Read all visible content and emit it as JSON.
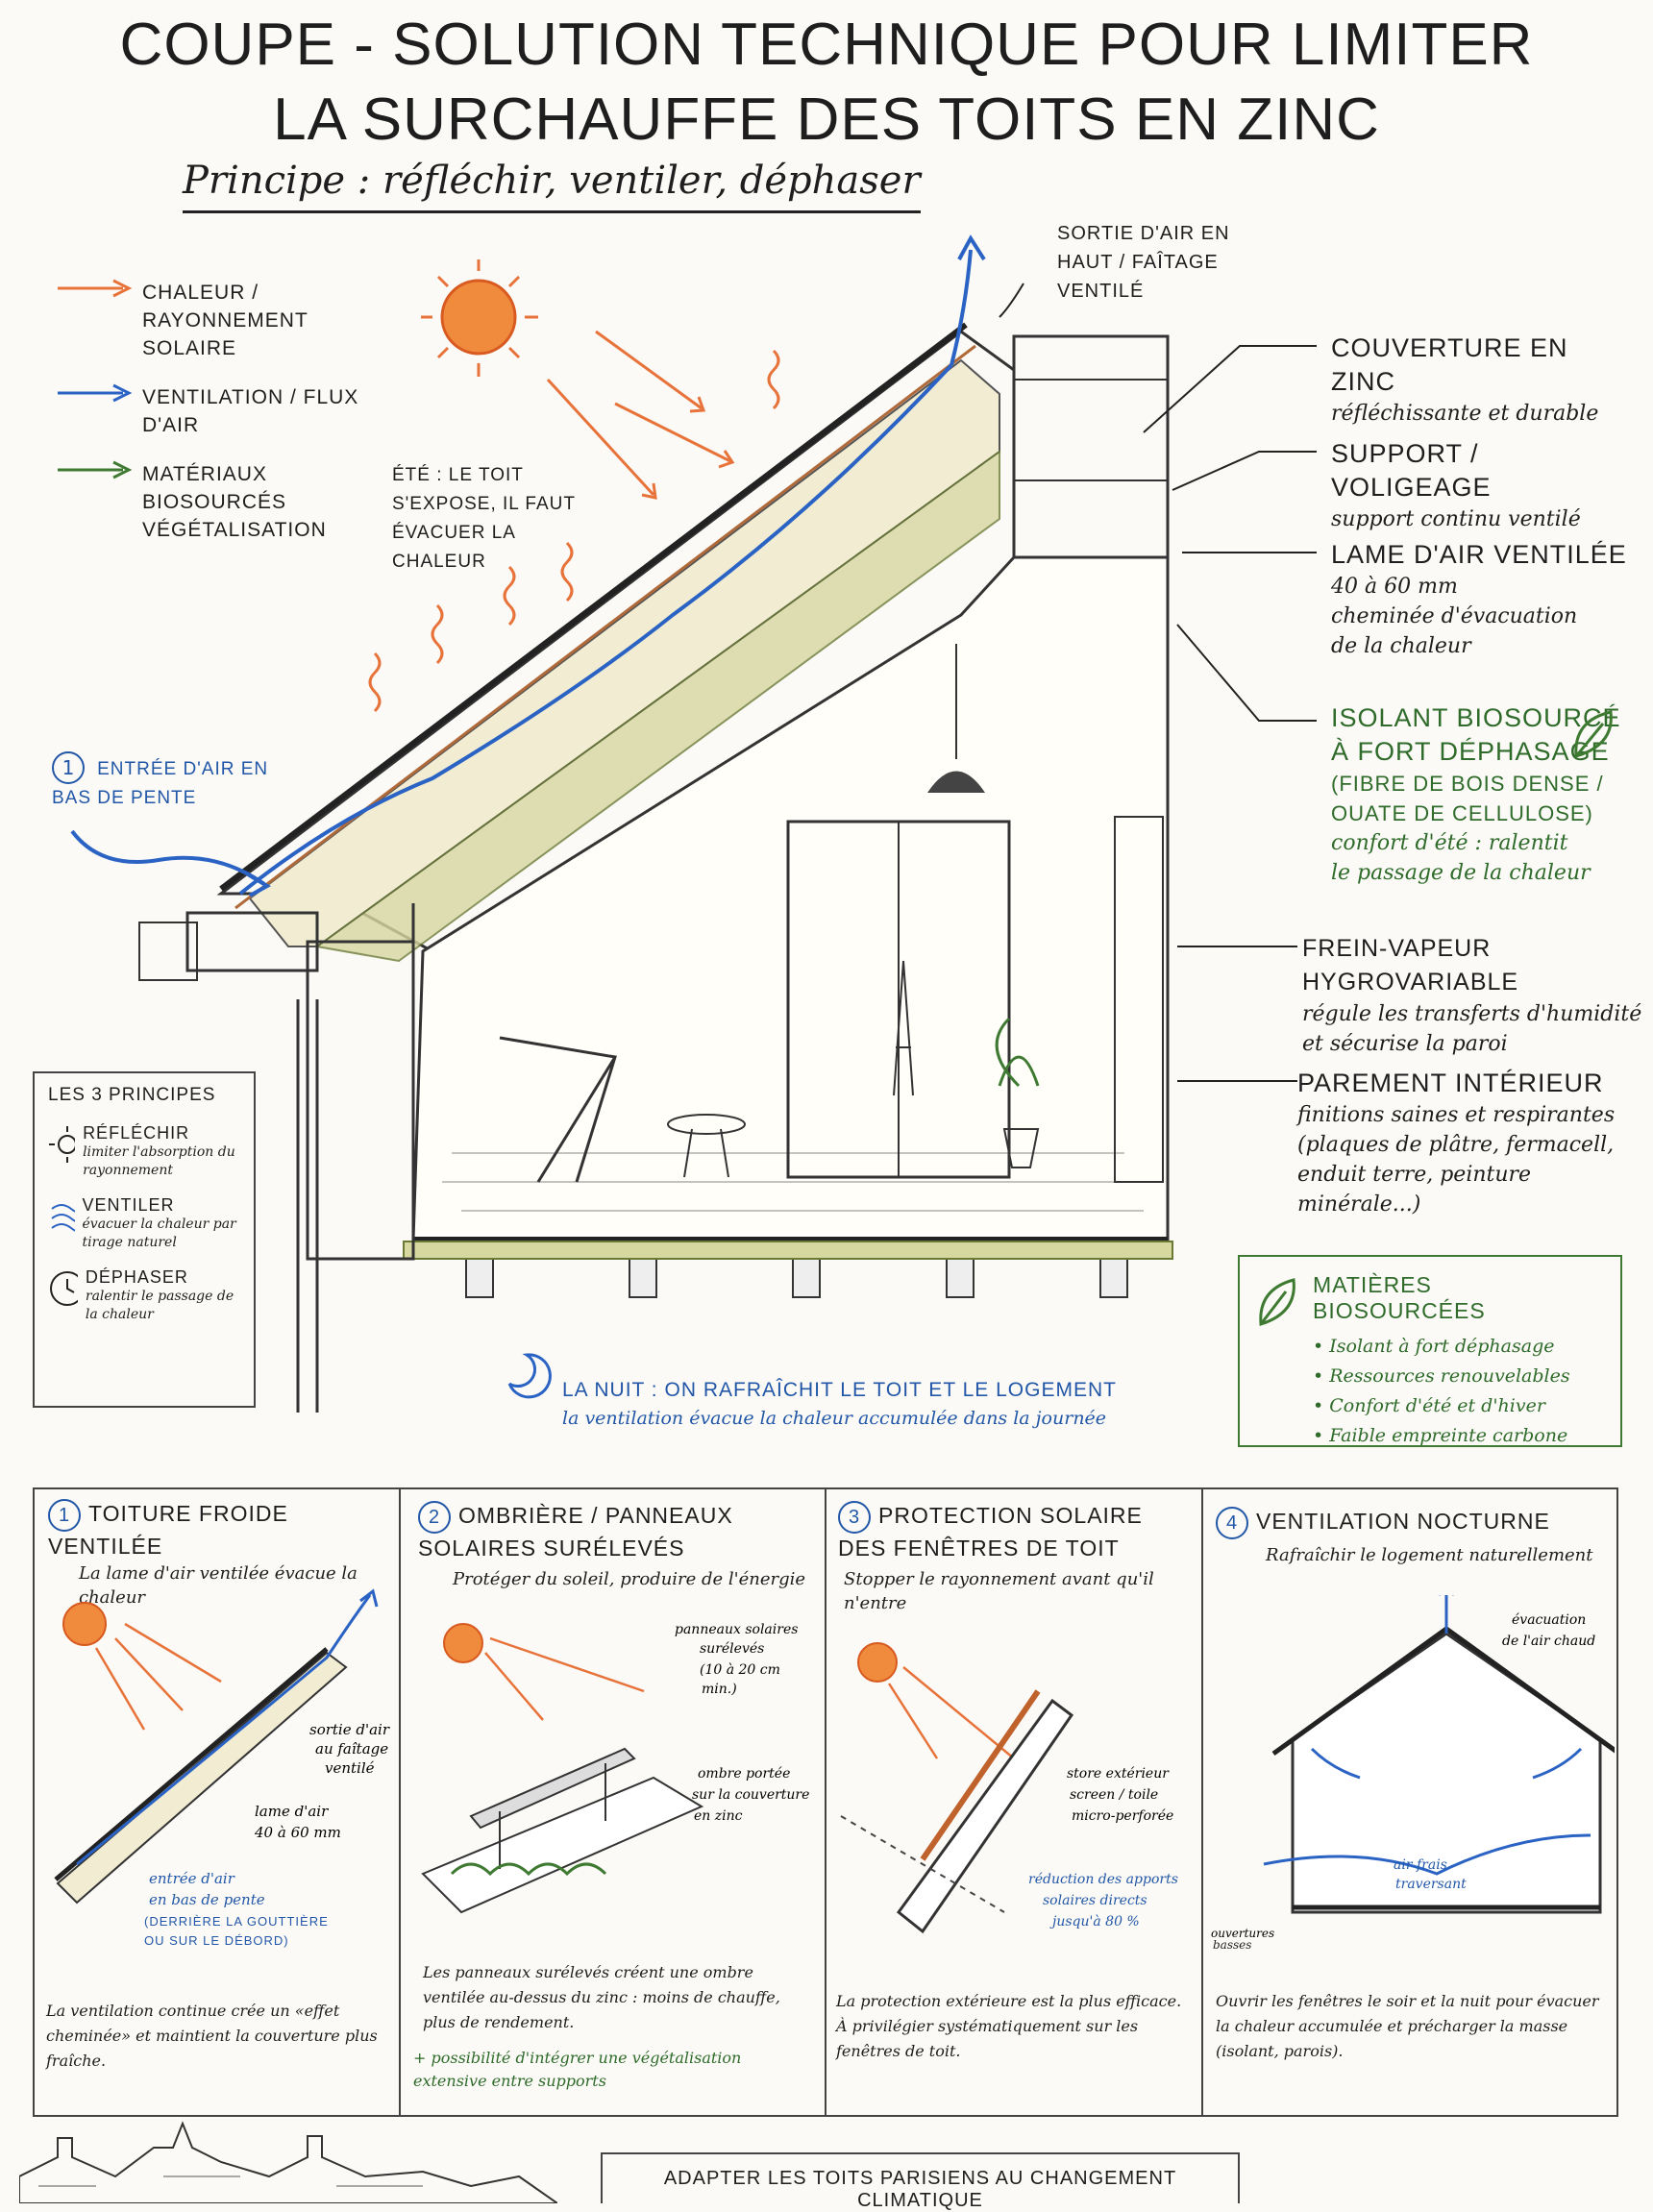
{
  "title": {
    "line1": "COUPE - SOLUTION TECHNIQUE POUR LIMITER",
    "line2": "LA SURCHAUFFE DES TOITS EN ZINC",
    "subtitle": "Principe : réfléchir, ventiler, déphaser"
  },
  "legend": [
    {
      "label": "Chaleur / Rayonnement solaire",
      "color": "#e8733a",
      "icon": "arrow-orange-icon"
    },
    {
      "label": "Ventilation / Flux d'air",
      "color": "#2a63c4",
      "icon": "arrow-blue-icon"
    },
    {
      "label": "Matériaux Biosourcés Végétalisation",
      "color": "#3f7a32",
      "icon": "arrow-green-icon"
    }
  ],
  "annotations": {
    "air_out": "Sortie d'air en haut / faîtage ventilé",
    "summer": "Été : le toit s'expose, il faut évacuer la chaleur",
    "air_in_num": "1",
    "air_in": "Entrée d'air en bas de pente",
    "night_title": "La nuit : on rafraîchit le toit et le logement",
    "night_sub": "la ventilation évacue la chaleur accumulée dans la journée"
  },
  "layers": [
    {
      "title": "Couverture en zinc",
      "desc": "réfléchissante et durable"
    },
    {
      "title": "Support / voligeage",
      "desc": "support continu ventilé"
    },
    {
      "title": "Lame d'air ventilée",
      "desc": "40 à 60 mm",
      "desc2": "cheminée d'évacuation",
      "desc3": "de la chaleur"
    },
    {
      "title": "Isolant Biosourcé",
      "title2": "à fort déphasage",
      "title3": "(fibre de bois dense /",
      "title4": "ouate de cellulose)",
      "desc": "confort d'été : ralentit",
      "desc2": "le passage de la chaleur"
    },
    {
      "title": "Frein-vapeur hygrovariable",
      "desc": "régule les transferts d'humidité",
      "desc2": "et sécurise la paroi"
    },
    {
      "title": "Parement intérieur",
      "desc": "finitions saines et respirantes",
      "desc2": "(plaques de plâtre, fermacell,",
      "desc3": "enduit terre, peinture minérale...)"
    }
  ],
  "principles": {
    "heading": "Les 3 principes",
    "items": [
      {
        "title": "Réfléchir",
        "desc": "limiter l'absorption du rayonnement",
        "icon": "sun-icon"
      },
      {
        "title": "Ventiler",
        "desc": "évacuer la chaleur par tirage naturel",
        "icon": "wind-icon"
      },
      {
        "title": "Déphaser",
        "desc": "ralentir le passage de la chaleur",
        "icon": "clock-icon"
      }
    ]
  },
  "bio": {
    "heading": "Matières Biosourcées",
    "items": [
      "Isolant à fort déphasage",
      "Ressources renouvelables",
      "Confort d'été et d'hiver",
      "Faible empreinte carbone"
    ]
  },
  "panels": [
    {
      "num": "1",
      "title": "Toiture froide ventilée",
      "sub": "La lame d'air ventilée évacue la chaleur",
      "notes": [
        "sortie d'air",
        "au faîtage",
        "ventilé",
        "lame d'air",
        "40 à 60 mm",
        "entrée d'air",
        "en bas de pente",
        "(derrière la gouttière",
        "ou sur le débord)"
      ],
      "caption": "La ventilation continue crée un «effet cheminée» et maintient la couverture plus fraîche."
    },
    {
      "num": "2",
      "title": "Ombrière / panneaux solaires surélevés",
      "sub": "Protéger du soleil, produire de l'énergie",
      "notes": [
        "panneaux solaires",
        "surélevés",
        "(10 à 20 cm",
        "min.)",
        "ombre portée",
        "sur la couverture",
        "en zinc"
      ],
      "caption": "Les panneaux surélevés créent une ombre ventilée au-dessus du zinc : moins de chauffe, plus de rendement.",
      "extra": "+ possibilité d'intégrer une végétalisation extensive entre supports"
    },
    {
      "num": "3",
      "title": "Protection solaire des fenêtres de toit",
      "sub": "Stopper le rayonnement avant qu'il n'entre",
      "notes": [
        "store extérieur",
        "screen / toile",
        "micro-perforée",
        "réduction des apports",
        "solaires directs",
        "jusqu'à 80 %"
      ],
      "caption": "La protection extérieure est la plus efficace. À privilégier systématiquement sur les fenêtres de toit."
    },
    {
      "num": "4",
      "title": "Ventilation nocturne",
      "sub": "Rafraîchir le logement naturellement",
      "notes": [
        "évacuation",
        "de l'air chaud",
        "air frais",
        "traversant",
        "ouvertures",
        "basses"
      ],
      "caption": "Ouvrir les fenêtres le soir et la nuit pour évacuer la chaleur accumulée et précharger la masse (isolant, parois)."
    }
  ],
  "footer": "Adapter les toits parisiens au changement climatique"
}
